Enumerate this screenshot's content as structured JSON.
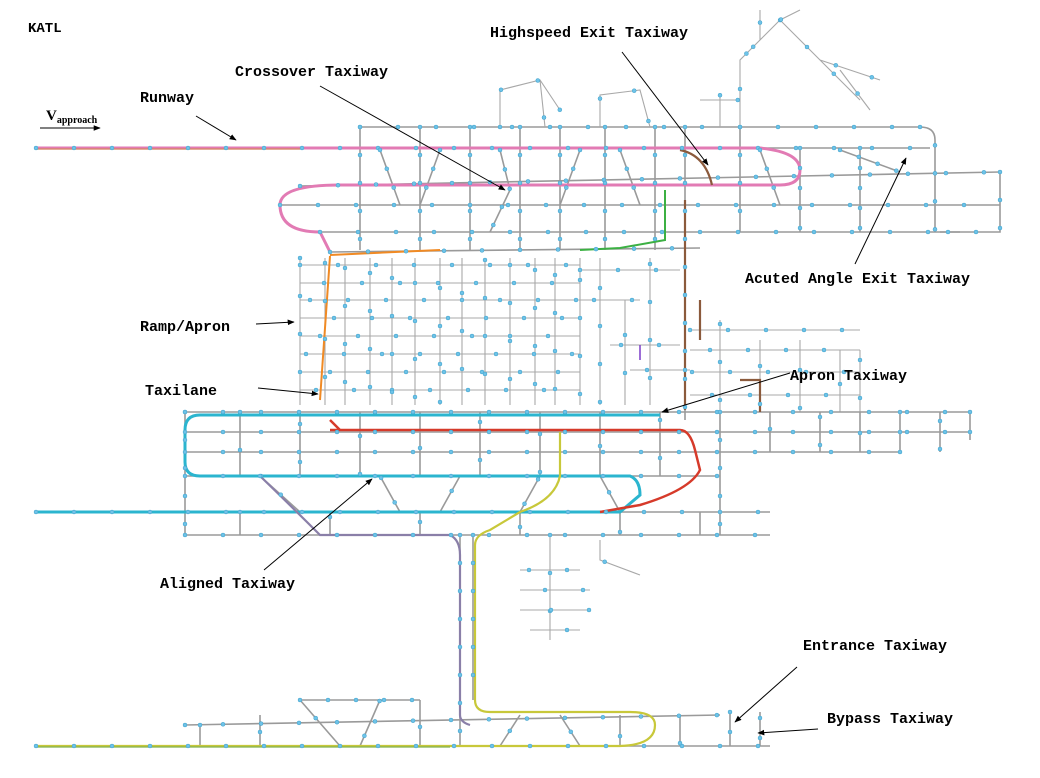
{
  "airport_code": "KATL",
  "approach": {
    "symbol": "V",
    "subscript": "approach"
  },
  "annotations": {
    "runway": "Runway",
    "crossover_taxiway": "Crossover Taxiway",
    "highspeed_exit_taxiway": "Highspeed Exit Taxiway",
    "acuted_angle_exit_taxiway": "Acuted Angle Exit Taxiway",
    "ramp_apron": "Ramp/Apron",
    "taxilane": "Taxilane",
    "apron_taxiway": "Apron Taxiway",
    "aligned_taxiway": "Aligned Taxiway",
    "entrance_taxiway": "Entrance Taxiway",
    "bypass_taxiway": "Bypass Taxiway"
  },
  "colors": {
    "graph_edge": "#9a9a9a",
    "node": "#6ec3e8",
    "route_pink": "#e27bb4",
    "route_cyan": "#2bb5cf",
    "route_red": "#d63a2a",
    "route_yellow": "#c8c83a",
    "route_purple_gray": "#8a7fa8",
    "route_brown": "#8b5a3c",
    "route_green": "#3cb043",
    "route_orange": "#f08a24"
  }
}
